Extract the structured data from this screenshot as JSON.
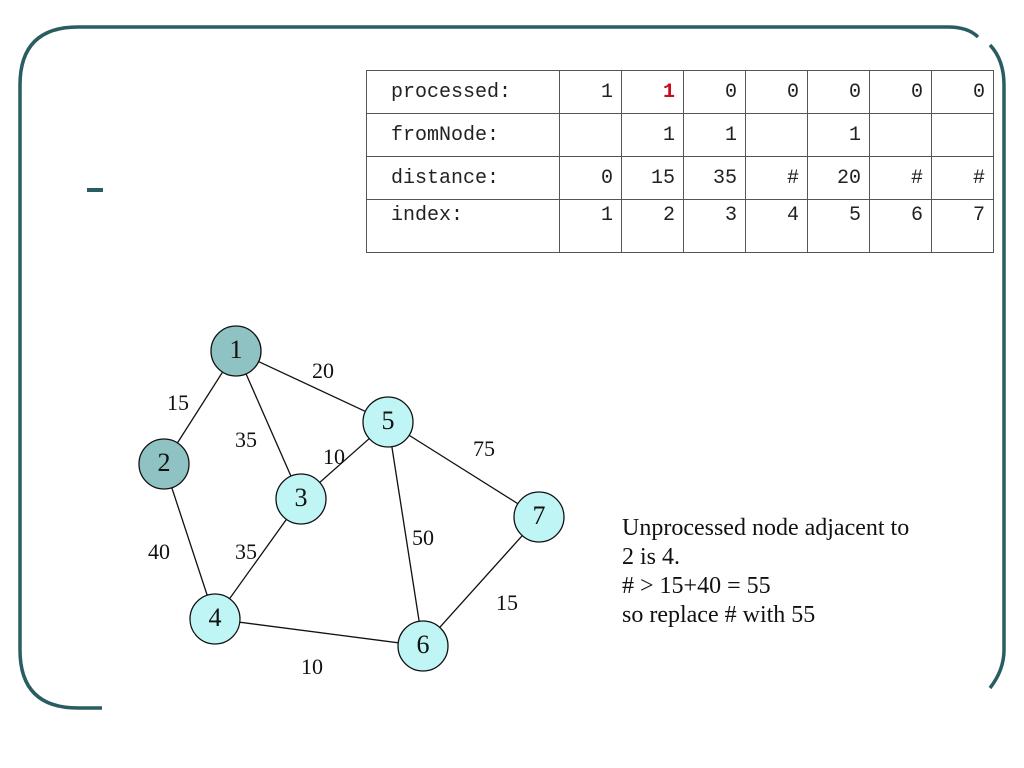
{
  "colors": {
    "frame": "#2a5d62",
    "processed_node_fill": "#8fc3c3",
    "unprocessed_node_fill": "#bff5f5",
    "highlight": "#cc0a1e"
  },
  "table": {
    "rows": [
      {
        "label": "processed:",
        "cells": [
          "1",
          "1",
          "0",
          "0",
          "0",
          "0",
          "0"
        ]
      },
      {
        "label": "fromNode:",
        "cells": [
          "",
          "1",
          "1",
          "",
          "1",
          "",
          ""
        ]
      },
      {
        "label": "distance:",
        "cells": [
          "0",
          "15",
          "35",
          "#",
          "20",
          "#",
          "#"
        ]
      },
      {
        "label": "index:",
        "cells": [
          "1",
          "2",
          "3",
          "4",
          "5",
          "6",
          "7"
        ]
      }
    ],
    "highlighted_cell": {
      "row": 0,
      "col": 1
    }
  },
  "graph": {
    "nodes": [
      {
        "id": "1",
        "label": "1",
        "processed": true
      },
      {
        "id": "2",
        "label": "2",
        "processed": true
      },
      {
        "id": "3",
        "label": "3",
        "processed": false
      },
      {
        "id": "4",
        "label": "4",
        "processed": false
      },
      {
        "id": "5",
        "label": "5",
        "processed": false
      },
      {
        "id": "6",
        "label": "6",
        "processed": false
      },
      {
        "id": "7",
        "label": "7",
        "processed": false
      }
    ],
    "edges": [
      {
        "from": "1",
        "to": "2",
        "weight": "15"
      },
      {
        "from": "1",
        "to": "5",
        "weight": "20"
      },
      {
        "from": "1",
        "to": "3",
        "weight": "35"
      },
      {
        "from": "3",
        "to": "5",
        "weight": "10"
      },
      {
        "from": "5",
        "to": "7",
        "weight": "75"
      },
      {
        "from": "2",
        "to": "4",
        "weight": "40"
      },
      {
        "from": "3",
        "to": "4",
        "weight": "35"
      },
      {
        "from": "5",
        "to": "6",
        "weight": "50"
      },
      {
        "from": "7",
        "to": "6",
        "weight": "15"
      },
      {
        "from": "4",
        "to": "6",
        "weight": "10"
      }
    ]
  },
  "explanation": {
    "lines": [
      "Unprocessed node adjacent to",
      "2 is 4.",
      "# > 15+40 = 55",
      "so replace # with 55"
    ]
  }
}
